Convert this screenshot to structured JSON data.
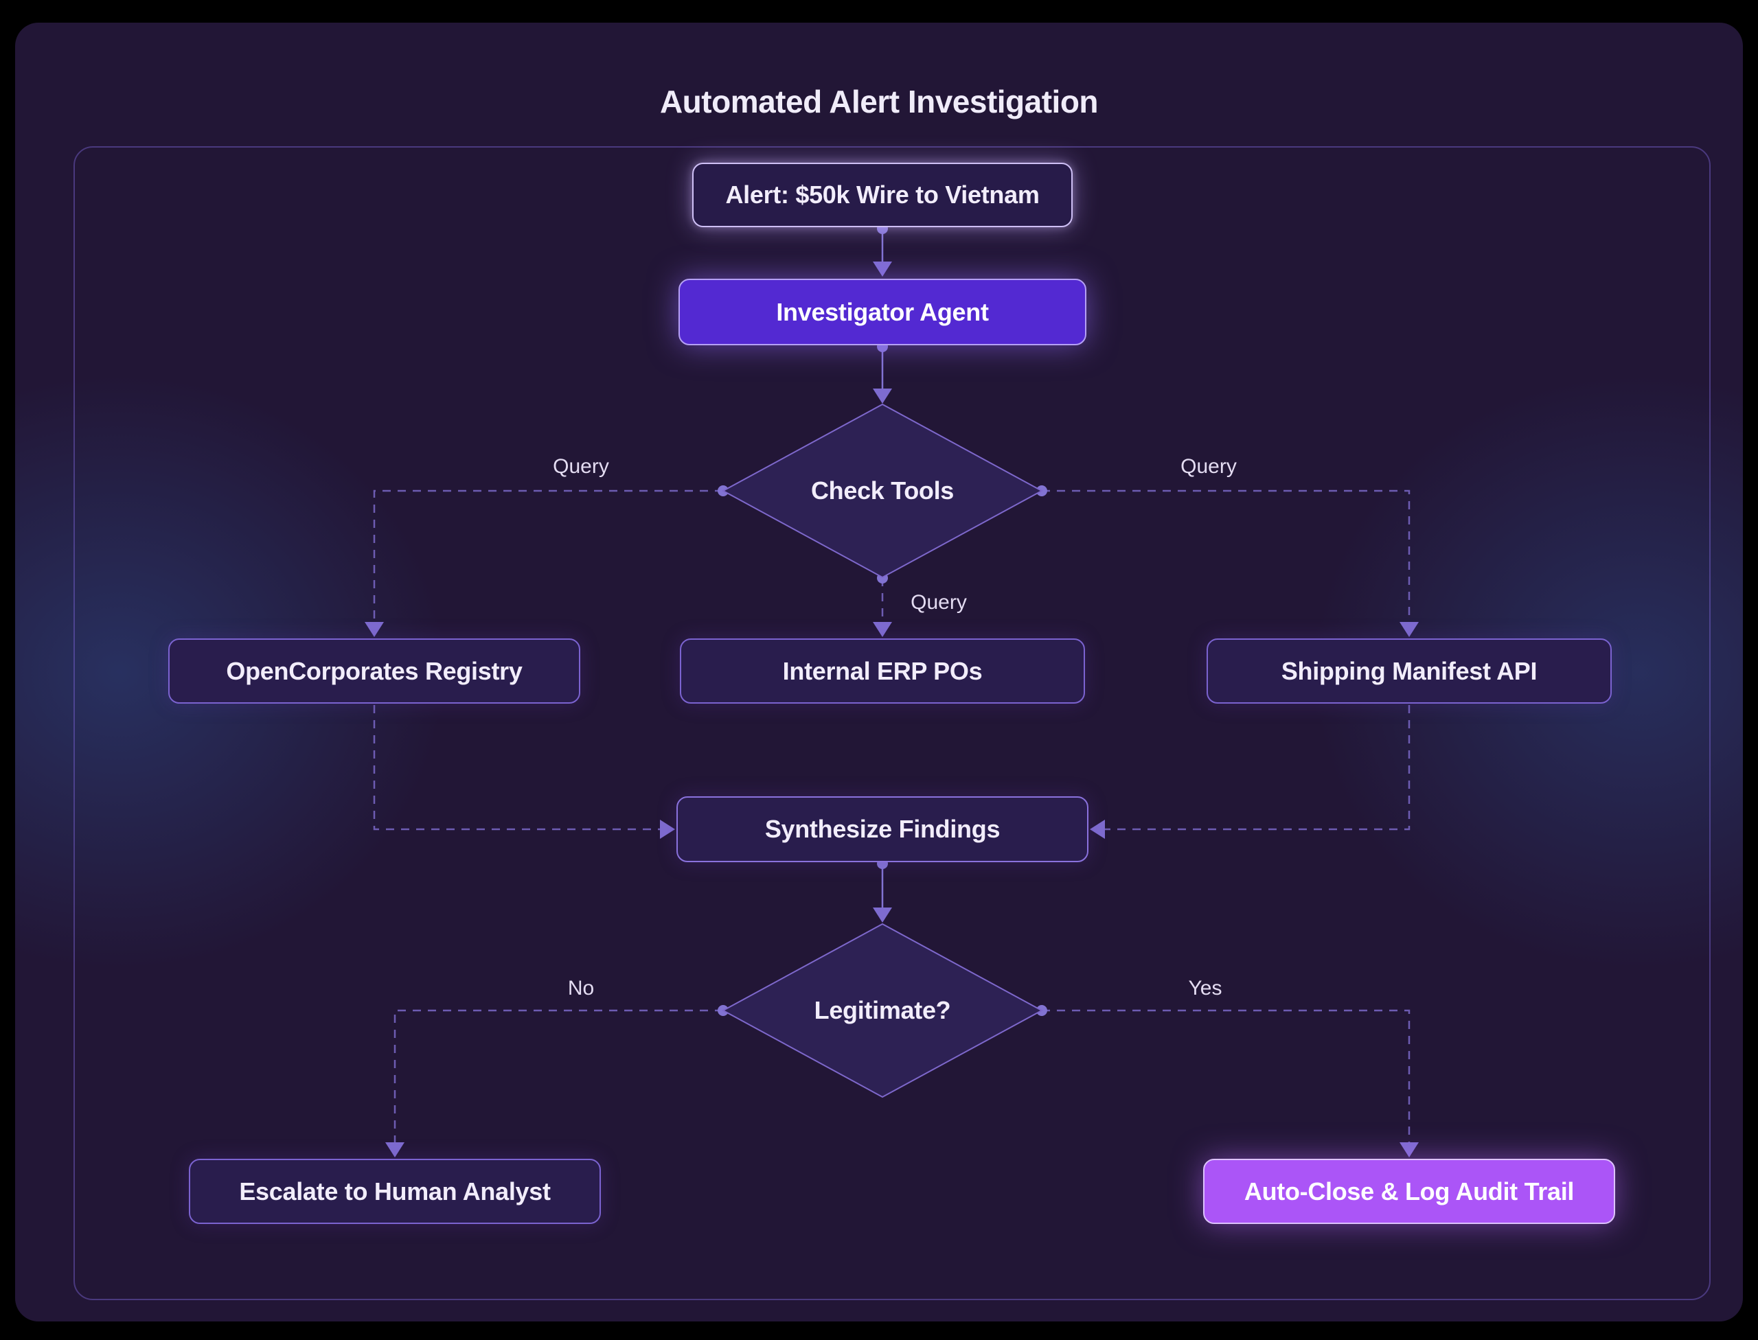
{
  "title": "Automated Alert Investigation",
  "nodes": {
    "alert": {
      "label": "Alert: $50k Wire to Vietnam"
    },
    "investigator": {
      "label": "Investigator Agent"
    },
    "check_tools": {
      "label": "Check Tools"
    },
    "opencorporates": {
      "label": "OpenCorporates Registry"
    },
    "erp": {
      "label": "Internal ERP POs"
    },
    "shipping": {
      "label": "Shipping Manifest API"
    },
    "synthesize": {
      "label": "Synthesize Findings"
    },
    "legitimate": {
      "label": "Legitimate?"
    },
    "escalate": {
      "label": "Escalate to Human Analyst"
    },
    "autoclose": {
      "label": "Auto-Close & Log Audit Trail"
    }
  },
  "edge_labels": {
    "query_left": "Query",
    "query_mid": "Query",
    "query_right": "Query",
    "no": "No",
    "yes": "Yes"
  },
  "colors": {
    "background": "#000000",
    "panel": "#221636",
    "glow_blue": "#2d4682",
    "node_fill": "#291d4d",
    "node_border": "#7b63d0",
    "diamond_fill": "#2d2154",
    "connector": "#8273d2",
    "agent_violet": "#5329d2",
    "autoclose_purple": "#ab55f7"
  }
}
